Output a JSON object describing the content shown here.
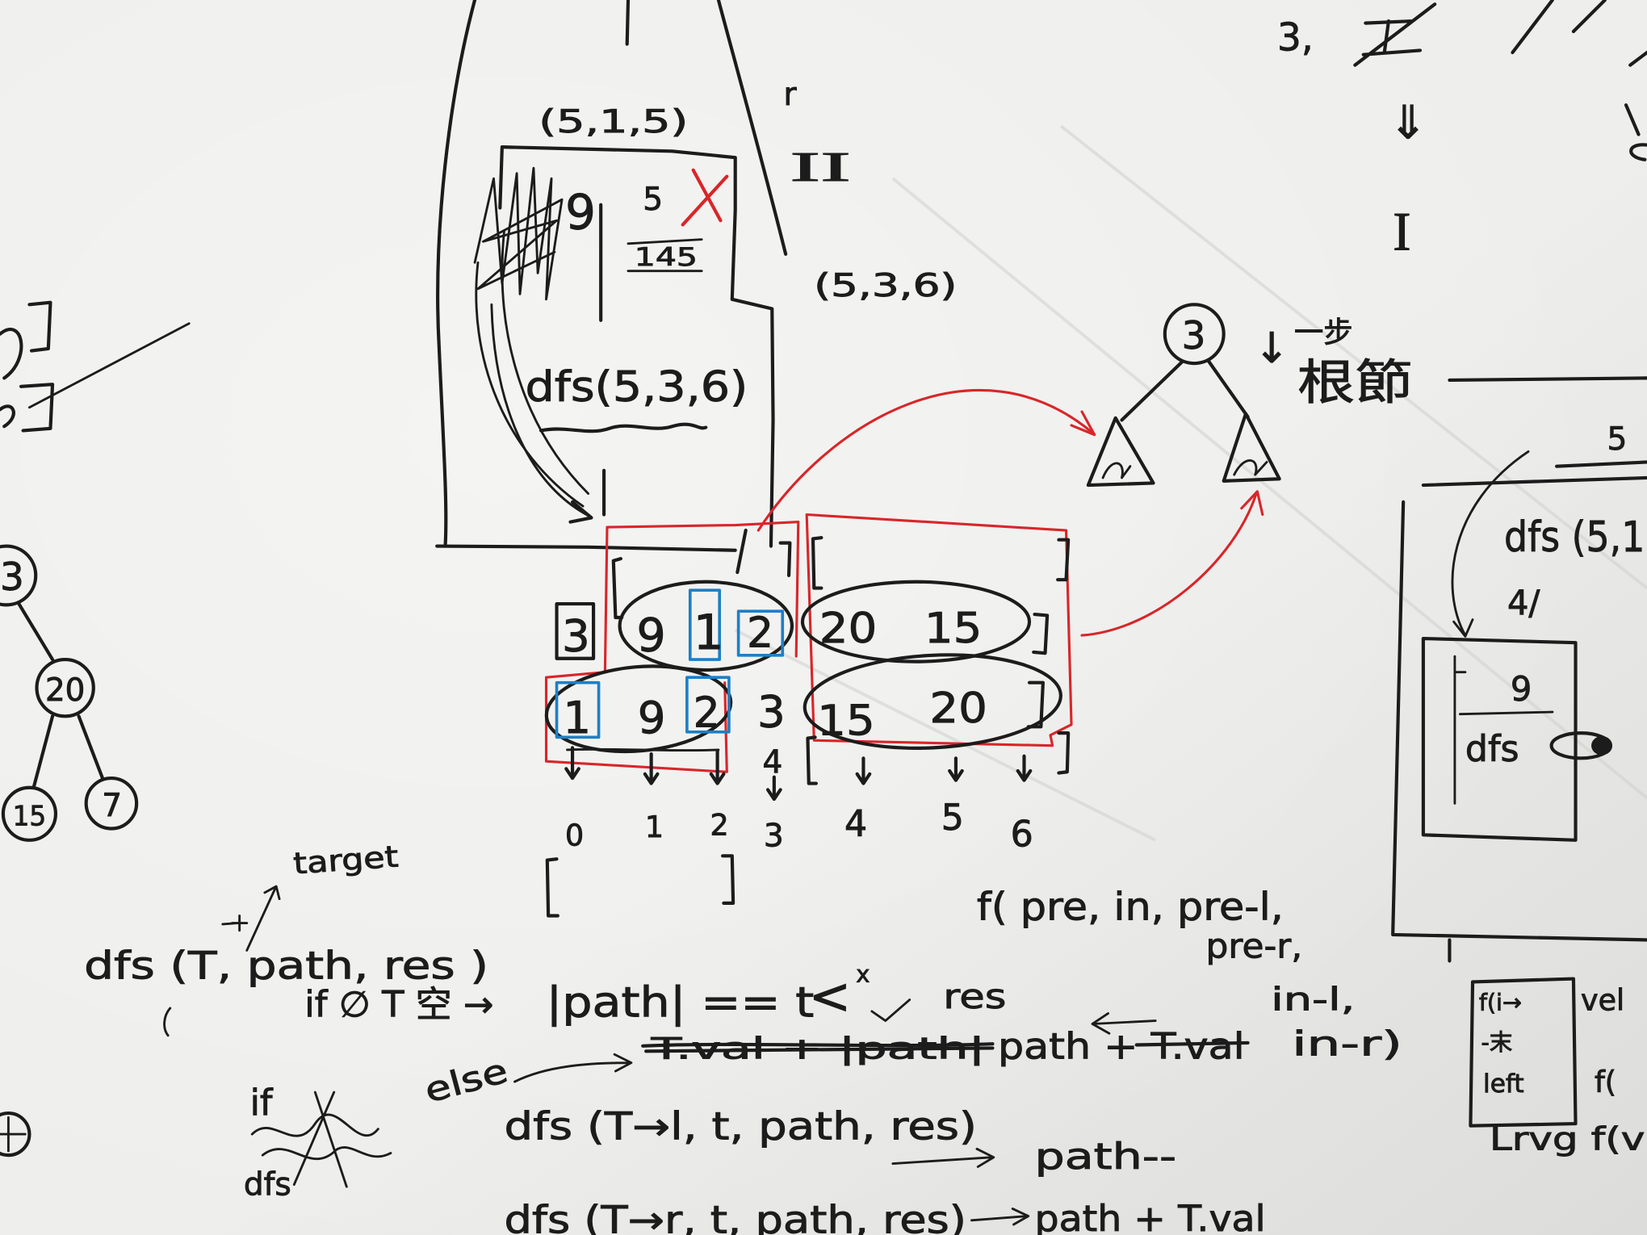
{
  "photo": {
    "top_block": {
      "call_label": "(5,1,5)",
      "crossed_value": "5",
      "boxed_value": "145",
      "side_digit": "9",
      "dfs_call": "dfs(5,3,6)",
      "call_args": "(5,3,6)",
      "mark_r": "r",
      "roman_two": "II"
    },
    "top_right": {
      "item_three": "3,",
      "double_arrow": "⇓",
      "roman_one": "I"
    },
    "tree_sketch": {
      "root": "3",
      "note_arrow": "↓",
      "note_step": "一步",
      "note_root": "根節"
    },
    "arrays": {
      "boxed_root": "3",
      "preorder": [
        "9",
        "1",
        "2",
        "20",
        "15"
      ],
      "inorder": [
        "1",
        "9",
        "2",
        "3",
        "15",
        "20"
      ],
      "mid_index_mark": "4",
      "indices": [
        "0",
        "1",
        "2",
        "3",
        "4",
        "5",
        "6"
      ]
    },
    "left_tree": {
      "nodes": [
        "3",
        "20",
        "15",
        "7"
      ]
    },
    "formulas": {
      "target_label": "target",
      "dfs_signature": "dfs (T, path, res )",
      "if_empty": "if ∅ T 空 →",
      "path_check": "|path| == t",
      "compare_mark": "<",
      "x_mark": "x",
      "res_label": "res",
      "f_signature_1": "f( pre, in, pre-l,",
      "f_signature_2": "pre-r,",
      "f_signature_3": "in-l,",
      "f_signature_4": "in-r)",
      "struck_text": "T.val + |path|",
      "path_add": "path + T.val",
      "else_label": "else",
      "if_label": "if",
      "dfs_left": "dfs (T→l, t, path, res)",
      "path_decrement": "path--",
      "dfs_right": "dfs (T→r, t, path, res)",
      "path_add_2": "path + T.val",
      "scribble_dfs": "dfs"
    },
    "right_margin": {
      "five": "5",
      "dfs_partial": "dfs (5,1",
      "four": "4/",
      "nine": "9",
      "dfs_inner": "dfs",
      "box_f": "f(i→",
      "box_mid": "-末",
      "box_left": "left",
      "vel": "vel",
      "f_partial": "f(",
      "bottom": "Lrvg f(v"
    },
    "colors": {
      "paper": "#eeeeec",
      "paper_shade": "#dcdcda",
      "ink": "#1c1c1c",
      "red_ink": "#d8262a",
      "blue_ink": "#1f7fc4"
    }
  }
}
